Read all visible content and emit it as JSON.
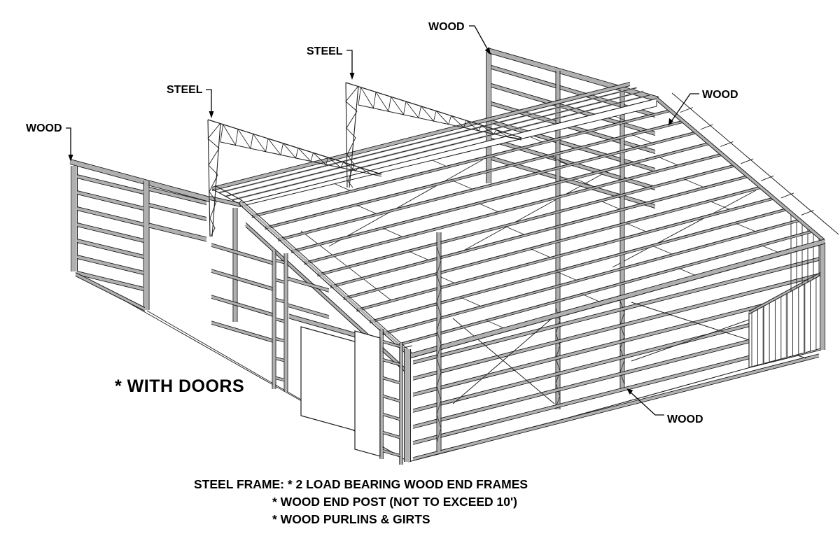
{
  "labels": {
    "wood_left": "WOOD",
    "steel_left": "STEEL",
    "steel_right": "STEEL",
    "wood_top": "WOOD",
    "wood_roof": "WOOD",
    "wood_girts": "WOOD",
    "with_doors": "* WITH DOORS"
  },
  "notes": {
    "line1": "STEEL FRAME: * 2 LOAD BEARING WOOD END FRAMES",
    "line2": "* WOOD END POST (NOT TO EXCEED 10')",
    "line3": "* WOOD PURLINS & GIRTS"
  },
  "colors": {
    "line": "#1f1f1f",
    "shade": "#b0b0b0",
    "text": "#000000",
    "background": "#ffffff"
  }
}
